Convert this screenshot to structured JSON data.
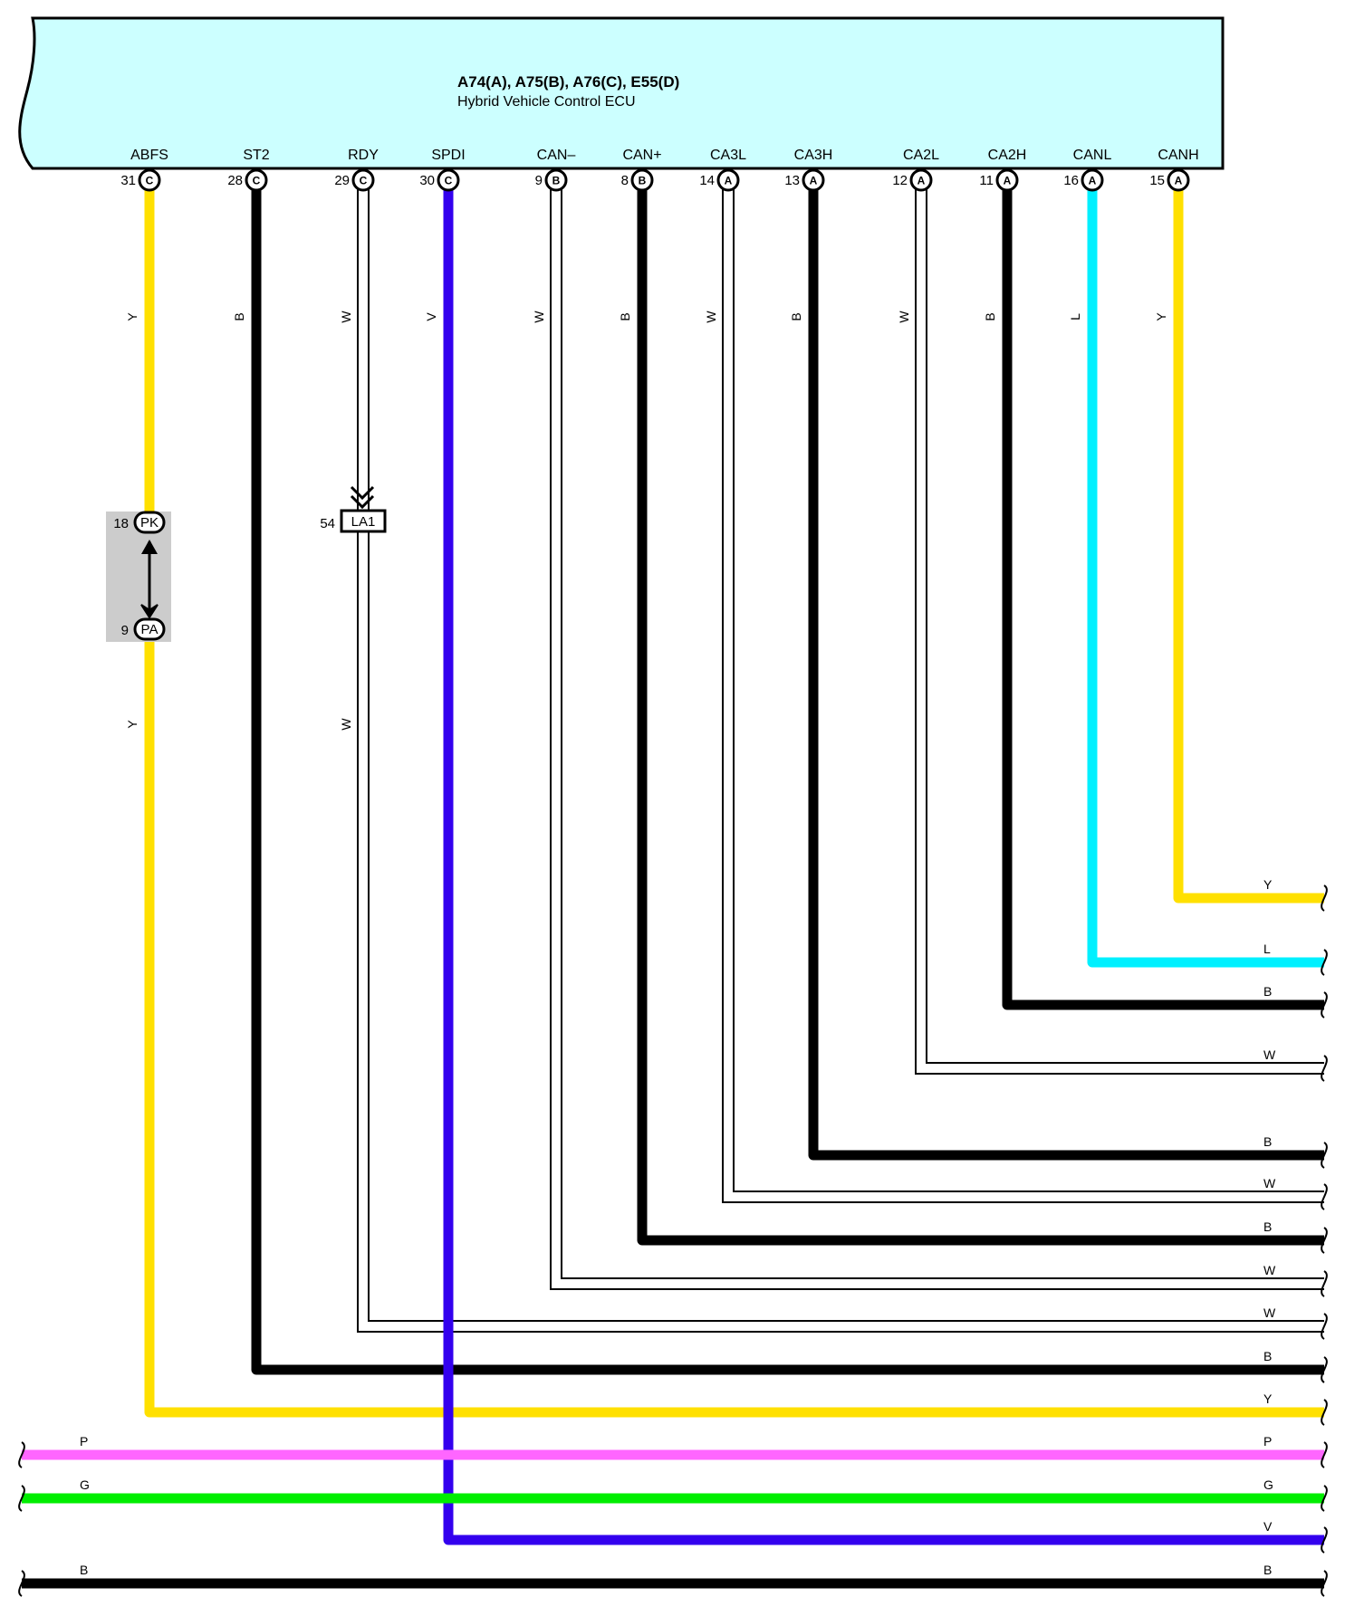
{
  "ecu": {
    "name": "A74(A), A75(B), A76(C), E55(D)",
    "description": "Hybrid Vehicle Control ECU",
    "fill": "#ccffff"
  },
  "colors": {
    "Y": "#ffe000",
    "B": "#000000",
    "W": "#ffffff",
    "V": "#3300ee",
    "L": "#00f0ff",
    "P": "#ff66ff",
    "G": "#00ee00"
  },
  "pins": [
    {
      "name": "ABFS",
      "number": "31",
      "connector": "C",
      "wire": "Y"
    },
    {
      "name": "ST2",
      "number": "28",
      "connector": "C",
      "wire": "B"
    },
    {
      "name": "RDY",
      "number": "29",
      "connector": "C",
      "wire": "W"
    },
    {
      "name": "SPDI",
      "number": "30",
      "connector": "C",
      "wire": "V"
    },
    {
      "name": "CAN–",
      "number": "9",
      "connector": "B",
      "wire": "W"
    },
    {
      "name": "CAN+",
      "number": "8",
      "connector": "B",
      "wire": "B"
    },
    {
      "name": "CA3L",
      "number": "14",
      "connector": "A",
      "wire": "W"
    },
    {
      "name": "CA3H",
      "number": "13",
      "connector": "A",
      "wire": "B"
    },
    {
      "name": "CA2L",
      "number": "12",
      "connector": "A",
      "wire": "W"
    },
    {
      "name": "CA2H",
      "number": "11",
      "connector": "A",
      "wire": "B"
    },
    {
      "name": "CANL",
      "number": "16",
      "connector": "A",
      "wire": "L"
    },
    {
      "name": "CANH",
      "number": "15",
      "connector": "A",
      "wire": "Y"
    }
  ],
  "junction_pk_pa": {
    "top": {
      "number": "18",
      "label": "PK"
    },
    "bottom": {
      "number": "9",
      "label": "PA"
    },
    "wire_below": "Y"
  },
  "junction_la1": {
    "number": "54",
    "label": "LA1",
    "wire_below": "W"
  },
  "right_exit_labels": [
    "Y",
    "L",
    "B",
    "W",
    "B",
    "W",
    "B",
    "W",
    "W",
    "B",
    "Y",
    "P",
    "G",
    "V",
    "B"
  ],
  "through_wires": [
    {
      "color": "P",
      "left_label": "P",
      "right_label": "P"
    },
    {
      "color": "G",
      "left_label": "G",
      "right_label": "G"
    },
    {
      "color": "B",
      "left_label": "B",
      "right_label": "B"
    }
  ]
}
